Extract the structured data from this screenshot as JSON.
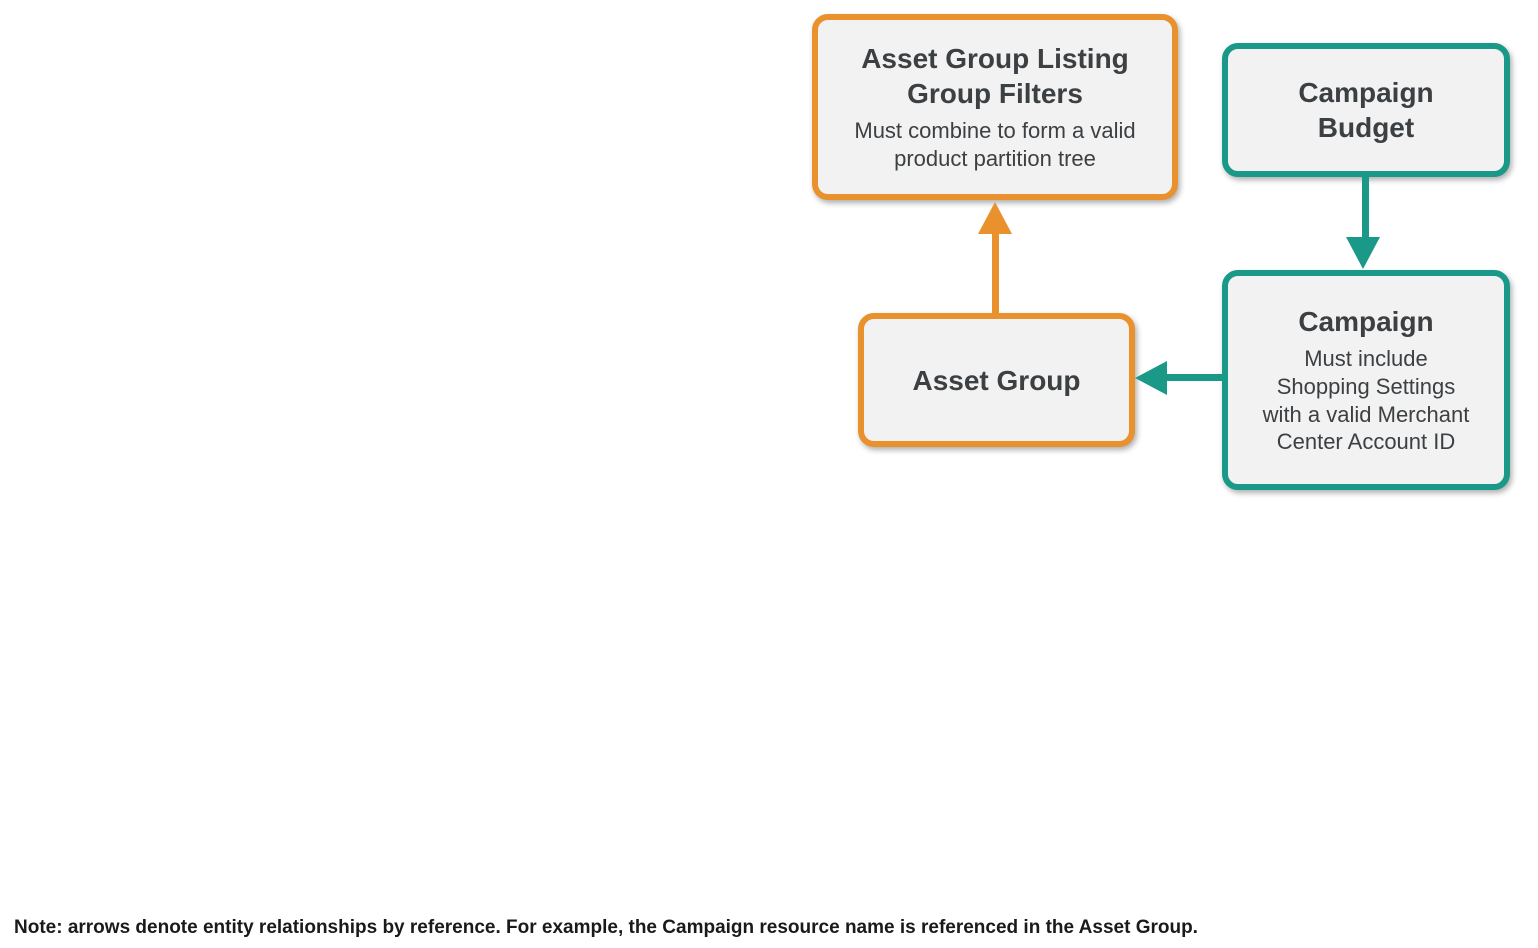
{
  "colors": {
    "orange": "#E8912D",
    "teal": "#1A9888",
    "node_fill": "#F2F2F2",
    "title_text": "#3C4043",
    "note_text": "#1A1A1A"
  },
  "nodes": {
    "filters": {
      "title": "Asset Group Listing\nGroup Filters",
      "subtitle": "Must combine to form a valid\nproduct partition tree"
    },
    "campaign_budget": {
      "title": "Campaign\nBudget"
    },
    "campaign": {
      "title": "Campaign",
      "subtitle": "Must include\nShopping Settings\nwith a valid Merchant\nCenter Account ID"
    },
    "asset_group": {
      "title": "Asset Group"
    }
  },
  "edges": [
    {
      "from": "asset_group",
      "to": "filters",
      "direction": "up",
      "color": "orange"
    },
    {
      "from": "campaign_budget",
      "to": "campaign",
      "direction": "down",
      "color": "teal"
    },
    {
      "from": "campaign",
      "to": "asset_group",
      "direction": "left",
      "color": "teal"
    }
  ],
  "note": "Note: arrows denote entity relationships by reference. For example, the Campaign resource name is referenced in the Asset Group."
}
